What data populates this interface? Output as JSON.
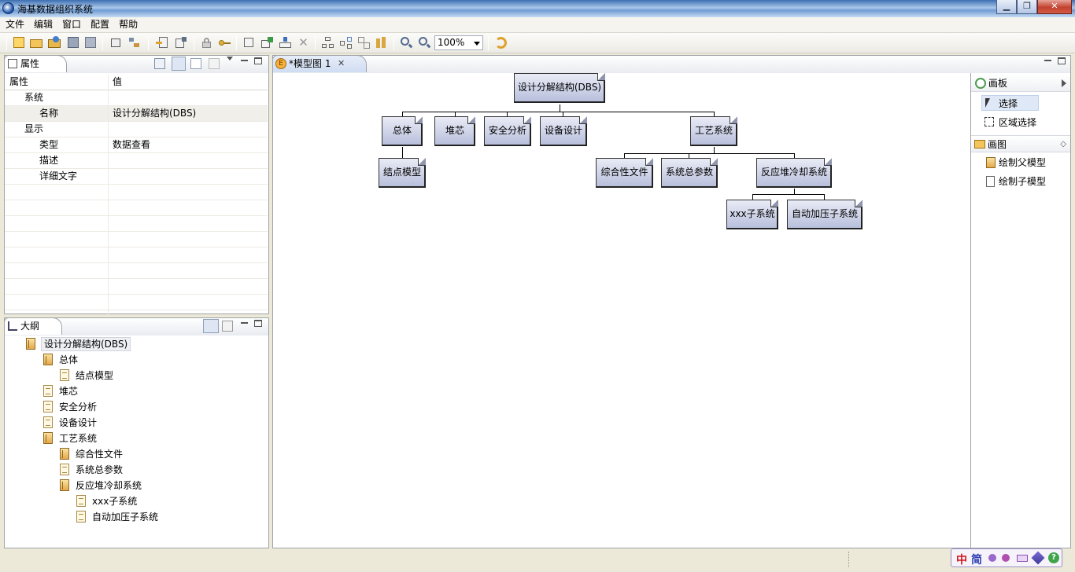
{
  "window": {
    "title": "海基数据组织系统",
    "icon": "app-globe-icon"
  },
  "menu": [
    "文件",
    "编辑",
    "窗口",
    "配置",
    "帮助"
  ],
  "toolbar": {
    "zoom": "100%"
  },
  "properties": {
    "tab_label": "属性",
    "col_property": "属性",
    "col_value": "值",
    "rows": [
      {
        "label": "系统",
        "value": "",
        "indent": 1
      },
      {
        "label": "名称",
        "value": "设计分解结构(DBS)",
        "indent": 2,
        "selected": true
      },
      {
        "label": "显示",
        "value": "",
        "indent": 1
      },
      {
        "label": "类型",
        "value": "数据查看",
        "indent": 2
      },
      {
        "label": "描述",
        "value": "",
        "indent": 2
      },
      {
        "label": "详细文字",
        "value": "",
        "indent": 2
      }
    ]
  },
  "outline": {
    "tab_label": "大纲",
    "items": [
      {
        "label": "设计分解结构(DBS)",
        "level": 0,
        "type": "folder"
      },
      {
        "label": "总体",
        "level": 1,
        "type": "folder"
      },
      {
        "label": "结点模型",
        "level": 2,
        "type": "doc"
      },
      {
        "label": "堆芯",
        "level": 1,
        "type": "doc"
      },
      {
        "label": "安全分析",
        "level": 1,
        "type": "doc"
      },
      {
        "label": "设备设计",
        "level": 1,
        "type": "doc"
      },
      {
        "label": "工艺系统",
        "level": 1,
        "type": "folder"
      },
      {
        "label": "综合性文件",
        "level": 2,
        "type": "folder"
      },
      {
        "label": "系统总参数",
        "level": 2,
        "type": "doc"
      },
      {
        "label": "反应堆冷却系统",
        "level": 2,
        "type": "folder"
      },
      {
        "label": "xxx子系统",
        "level": 3,
        "type": "doc"
      },
      {
        "label": "自动加压子系统",
        "level": 3,
        "type": "doc"
      }
    ]
  },
  "editor": {
    "tab_label": "*模型图 1"
  },
  "diagram": {
    "nodes": {
      "root": "设计分解结构(DBS)",
      "n1": "总体",
      "n2": "堆芯",
      "n3": "安全分析",
      "n4": "设备设计",
      "n5": "工艺系统",
      "n11": "结点模型",
      "n51": "综合性文件",
      "n52": "系统总参数",
      "n53": "反应堆冷却系统",
      "n531": "xxx子系统",
      "n532": "自动加压子系统"
    }
  },
  "palette": {
    "title": "画板",
    "select": "选择",
    "marquee": "区域选择",
    "drawer": "画图",
    "draw_parent": "绘制父模型",
    "draw_child": "绘制子模型"
  },
  "ime": {
    "lang": "中",
    "mode": "简"
  }
}
